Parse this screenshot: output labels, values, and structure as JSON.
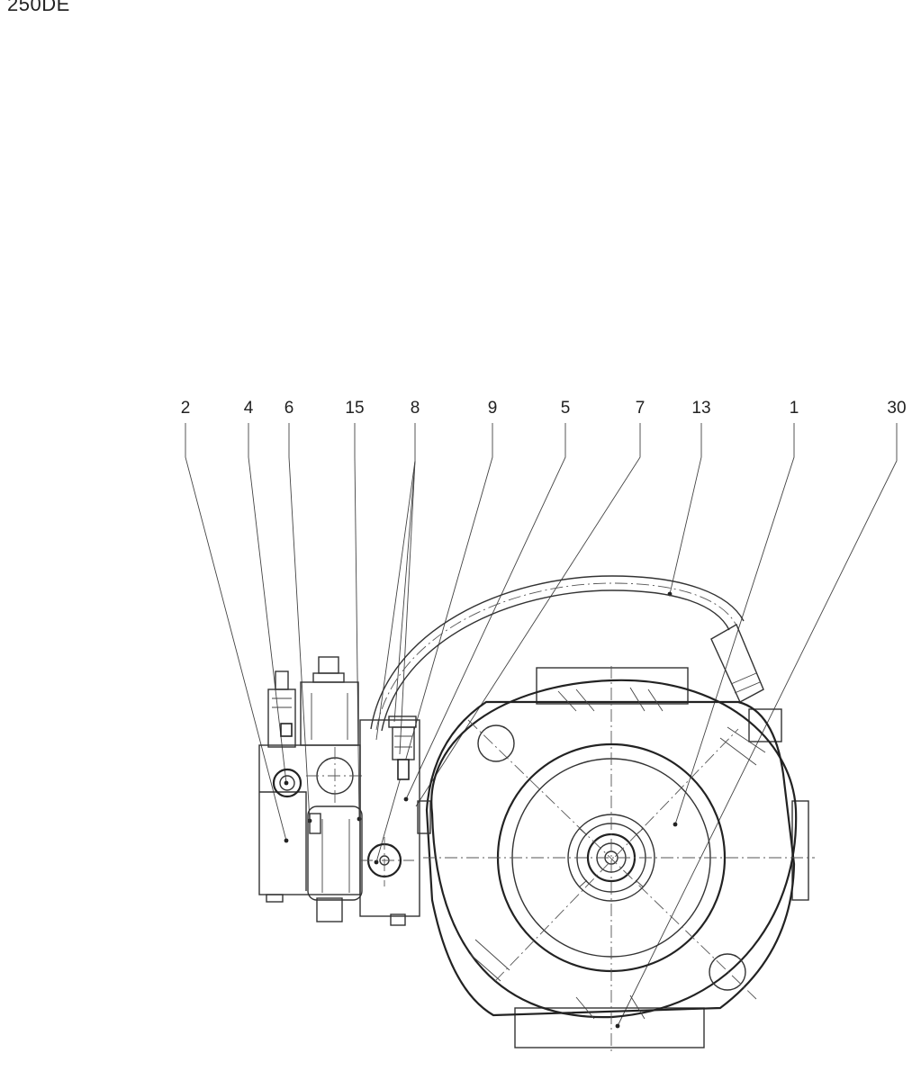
{
  "header": {
    "model_code": "250DE"
  },
  "callouts": [
    {
      "id": "2",
      "label": "2"
    },
    {
      "id": "4",
      "label": "4"
    },
    {
      "id": "6",
      "label": "6"
    },
    {
      "id": "15",
      "label": "15"
    },
    {
      "id": "8",
      "label": "8"
    },
    {
      "id": "9",
      "label": "9"
    },
    {
      "id": "5",
      "label": "5"
    },
    {
      "id": "7",
      "label": "7"
    },
    {
      "id": "13",
      "label": "13"
    },
    {
      "id": "1",
      "label": "1"
    },
    {
      "id": "30",
      "label": "30"
    }
  ]
}
